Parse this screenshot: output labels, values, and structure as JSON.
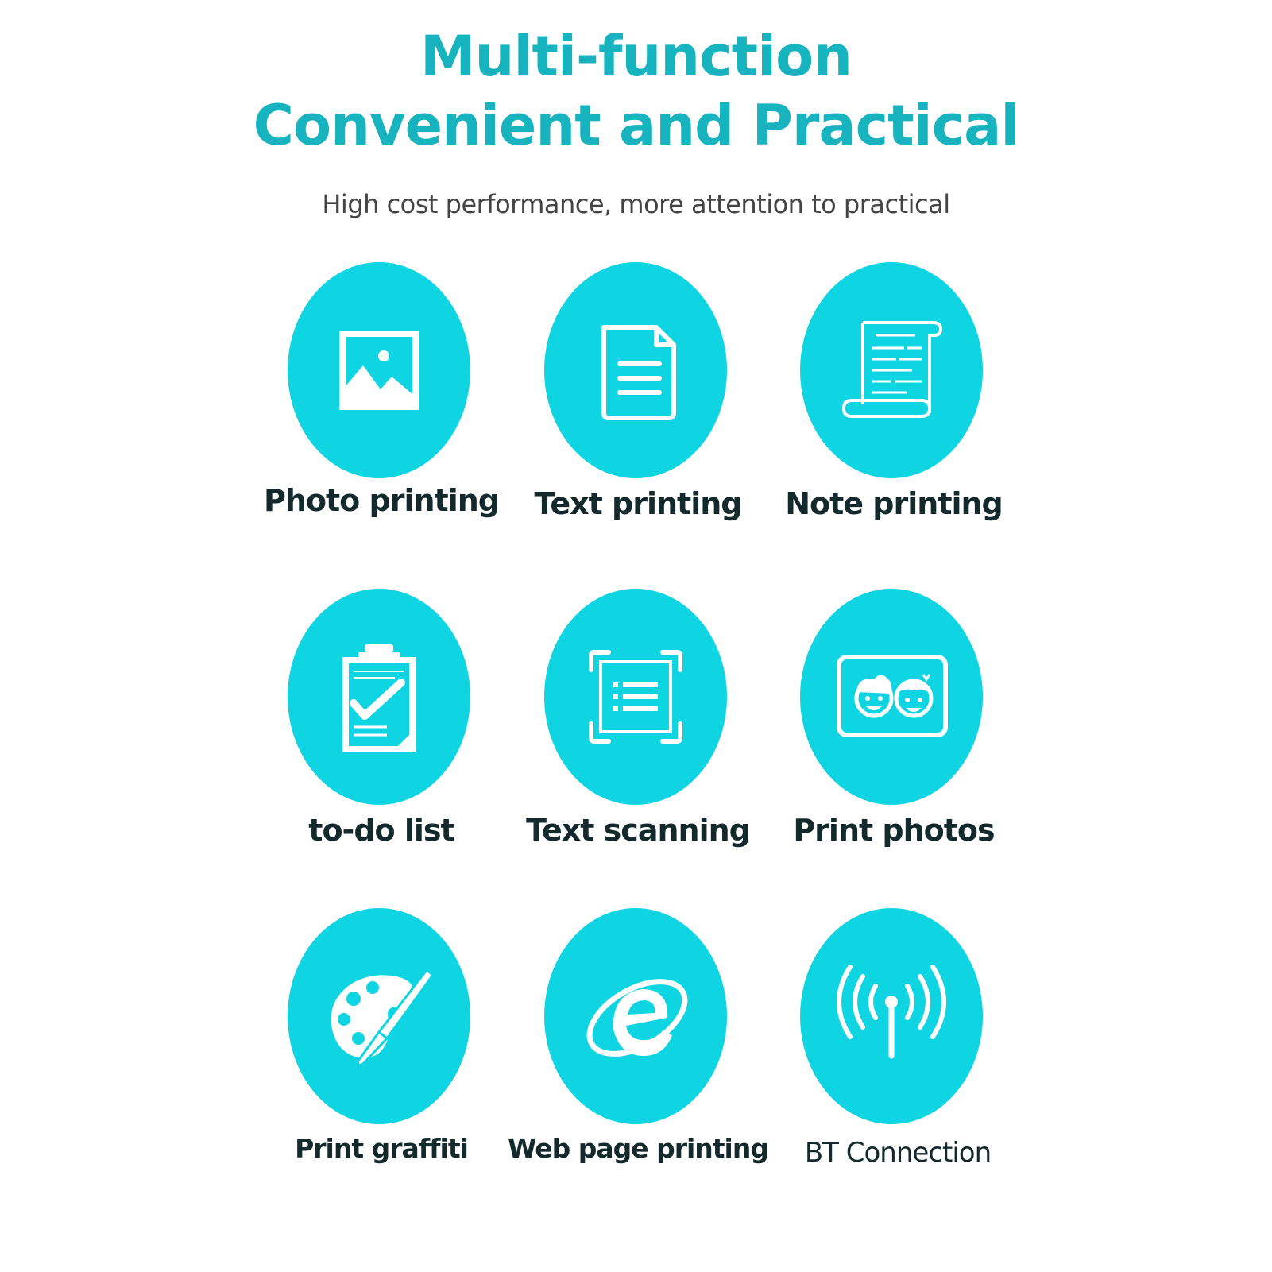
{
  "header": {
    "title_line1": "Multi-function",
    "title_line2": "Convenient and Practical",
    "subtitle": "High cost performance, more attention to practical"
  },
  "colors": {
    "accent": "#17b3bf",
    "bubble": "#0fd5e3",
    "label": "#14292b",
    "subtitle": "#444444"
  },
  "features": [
    {
      "label": "Photo printing",
      "icon": "photo-icon"
    },
    {
      "label": "Text printing",
      "icon": "document-icon"
    },
    {
      "label": "Note printing",
      "icon": "scroll-icon"
    },
    {
      "label": "to-do list",
      "icon": "clipboard-check-icon"
    },
    {
      "label": "Text scanning",
      "icon": "scan-icon"
    },
    {
      "label": "Print photos",
      "icon": "kids-photo-icon"
    },
    {
      "label": "Print graffiti",
      "icon": "palette-icon"
    },
    {
      "label": "Web page printing",
      "icon": "browser-icon"
    },
    {
      "label": "BT Connection",
      "icon": "signal-icon"
    }
  ]
}
